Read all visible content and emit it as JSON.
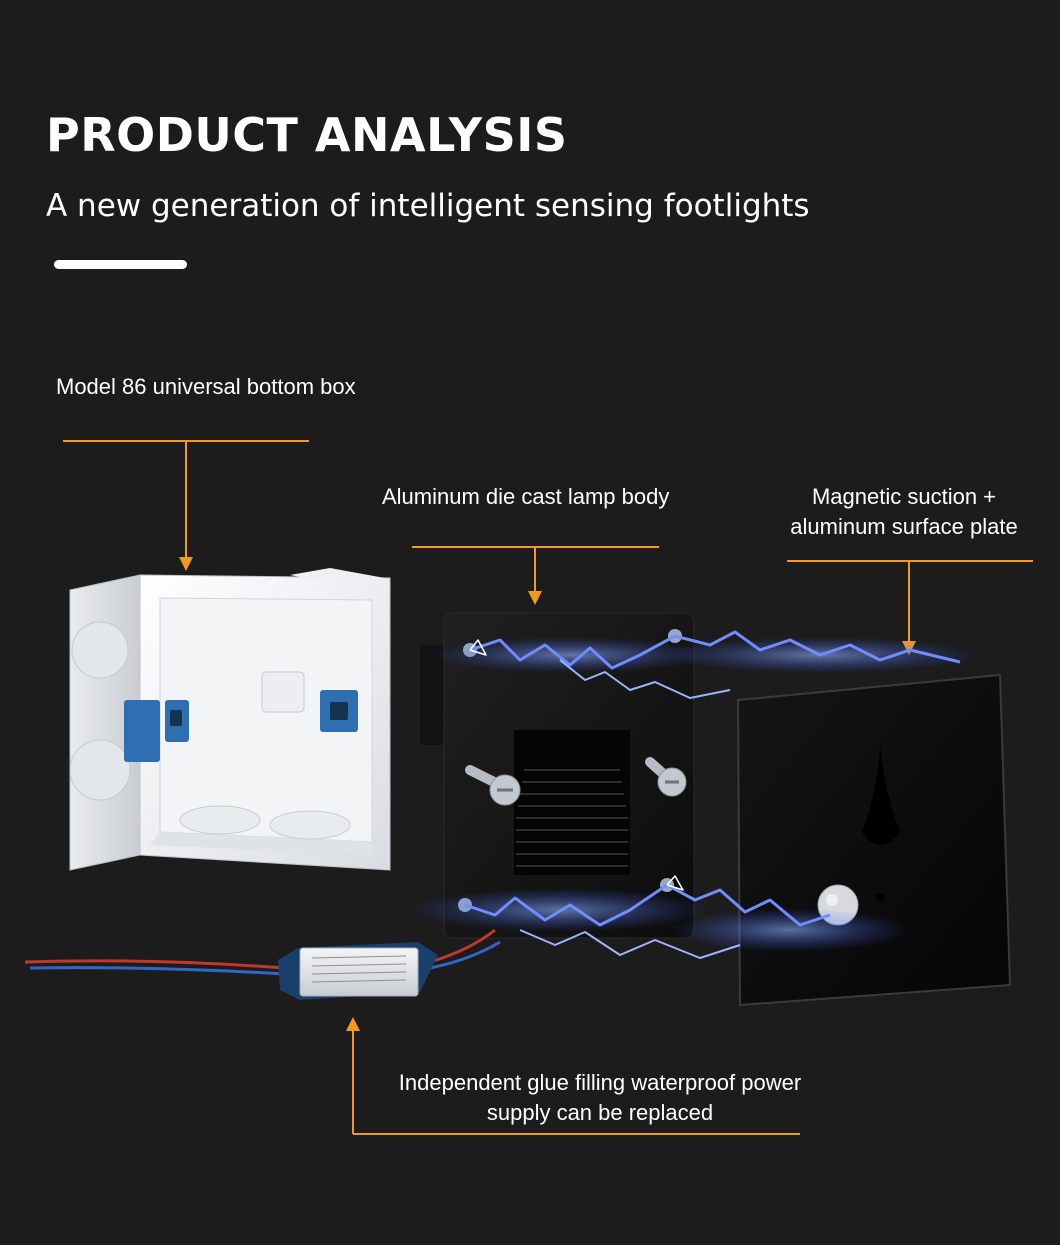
{
  "header": {
    "title": "PRODUCT ANALYSIS",
    "subtitle": "A new generation of intelligent sensing footlights"
  },
  "callouts": {
    "bottom_box": "Model 86 universal bottom box",
    "lamp_body": "Aluminum die cast lamp body",
    "surface_plate": {
      "line1": "Magnetic suction +",
      "line2": "aluminum surface plate"
    },
    "power_supply": {
      "line1": "Independent glue filling waterproof power",
      "line2": "supply can be replaced"
    }
  },
  "colors": {
    "background": "#1c1c1c",
    "accent": "#f39a1e",
    "text": "#ffffff"
  }
}
